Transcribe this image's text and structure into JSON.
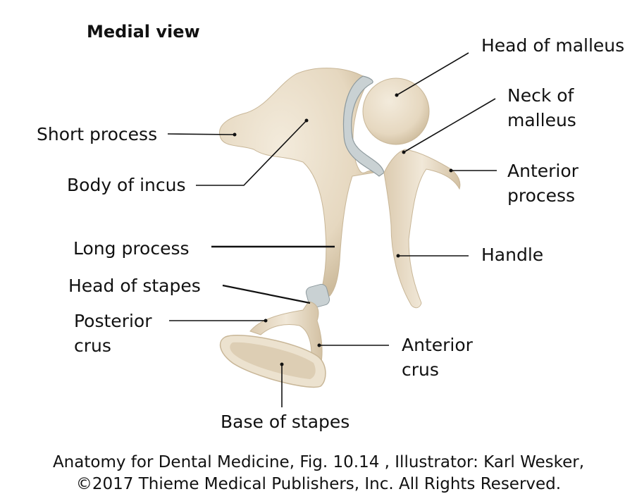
{
  "title": "Medial view",
  "labels": {
    "head_of_malleus": "Head of malleus",
    "neck_of_malleus": [
      "Neck of",
      "malleus"
    ],
    "anterior_process": [
      "Anterior",
      "process"
    ],
    "handle": "Handle",
    "short_process": "Short process",
    "body_of_incus": "Body of incus",
    "long_process": "Long process",
    "head_of_stapes": "Head of stapes",
    "posterior_crus": [
      "Posterior",
      "crus"
    ],
    "anterior_crus": [
      "Anterior",
      "crus"
    ],
    "base_of_stapes": "Base of stapes"
  },
  "caption": [
    "Anatomy for Dental Medicine, Fig. 10.14 , Illustrator: Karl Wesker,",
    "©2017 Thieme Medical Publishers, Inc. All Rights Reserved."
  ],
  "colors": {
    "bone": "#eadfcb",
    "bone_shade": "#d6c6ab",
    "cartilage": "#c4cdd0"
  }
}
